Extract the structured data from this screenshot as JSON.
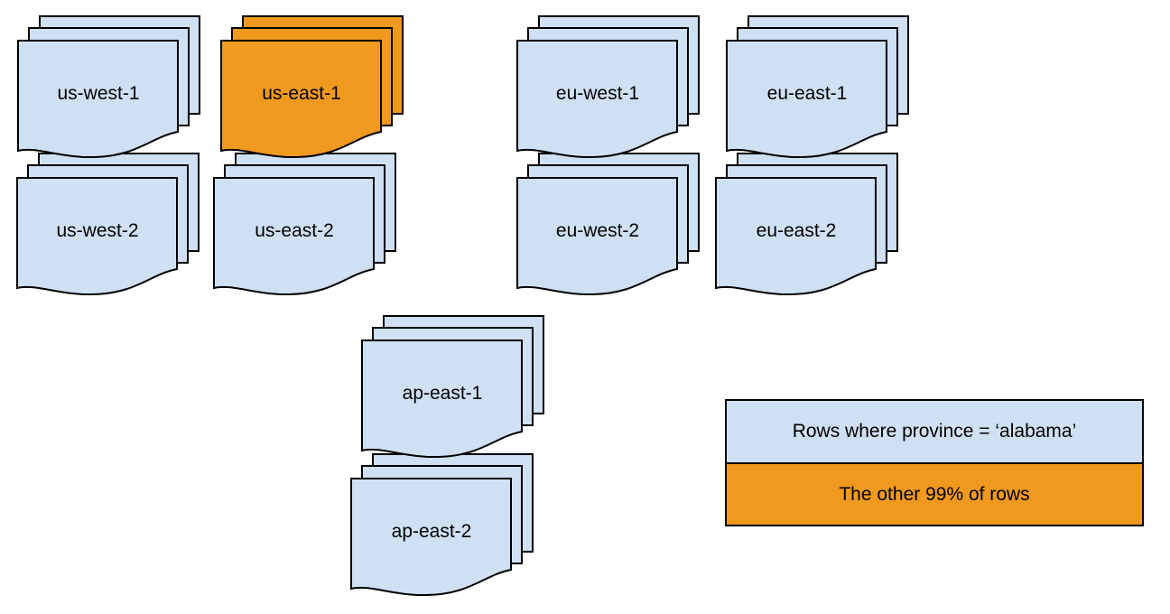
{
  "colors": {
    "doc_blue": "#cfe0f3",
    "doc_orange": "#f0991f",
    "outline": "#000000",
    "text": "#000000",
    "background": "#ffffff"
  },
  "stacks": [
    {
      "id": "us-west-1",
      "label": "us-west-1",
      "variant": "blue"
    },
    {
      "id": "us-east-1",
      "label": "us-east-1",
      "variant": "orange"
    },
    {
      "id": "eu-west-1",
      "label": "eu-west-1",
      "variant": "blue"
    },
    {
      "id": "eu-east-1",
      "label": "eu-east-1",
      "variant": "blue"
    },
    {
      "id": "us-west-2",
      "label": "us-west-2",
      "variant": "blue"
    },
    {
      "id": "us-east-2",
      "label": "us-east-2",
      "variant": "blue"
    },
    {
      "id": "eu-west-2",
      "label": "eu-west-2",
      "variant": "blue"
    },
    {
      "id": "eu-east-2",
      "label": "eu-east-2",
      "variant": "blue"
    },
    {
      "id": "ap-east-1",
      "label": "ap-east-1",
      "variant": "blue"
    },
    {
      "id": "ap-east-2",
      "label": "ap-east-2",
      "variant": "blue"
    }
  ],
  "legend": {
    "items": [
      {
        "label": "Rows where province = ‘alabama’",
        "variant": "blue"
      },
      {
        "label": "The other 99% of rows",
        "variant": "orange"
      }
    ]
  }
}
